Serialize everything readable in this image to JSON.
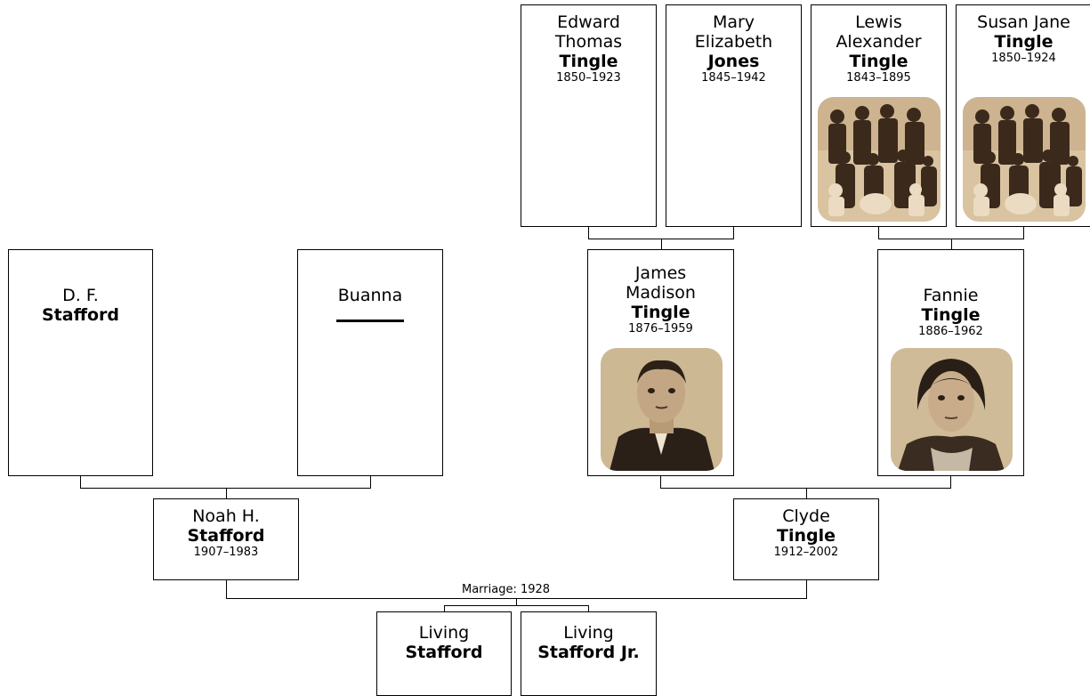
{
  "people": {
    "edward": {
      "given": "Edward\nThomas",
      "surname": "Tingle",
      "dates": "1850–1923"
    },
    "mary": {
      "given": "Mary\nElizabeth",
      "surname": "Jones",
      "dates": "1845–1942"
    },
    "lewis": {
      "given": "Lewis\nAlexander",
      "surname": "Tingle",
      "dates": "1843–1895",
      "photo": "family-group-photo"
    },
    "susan": {
      "given": "Susan Jane",
      "surname": "Tingle",
      "dates": "1850–1924",
      "photo": "family-group-photo"
    },
    "df": {
      "given": "D. F.",
      "surname": "Stafford"
    },
    "buanna": {
      "given": "Buanna",
      "surname": ""
    },
    "james": {
      "given": "James\nMadison",
      "surname": "Tingle",
      "dates": "1876–1959",
      "photo": "man-portrait-photo"
    },
    "fannie": {
      "given": "Fannie",
      "surname": "Tingle",
      "dates": "1886–1962",
      "photo": "woman-portrait-photo"
    },
    "noah": {
      "given": "Noah H.",
      "surname": "Stafford",
      "dates": "1907–1983"
    },
    "clyde": {
      "given": "Clyde",
      "surname": "Tingle",
      "dates": "1912–2002"
    },
    "child1": {
      "given": "Living",
      "surname": "Stafford"
    },
    "child2": {
      "given": "Living",
      "surname": "Stafford Jr."
    }
  },
  "marriage_label": "Marriage: 1928",
  "colors": {
    "border": "#000000",
    "photo_sepia": "#c9ae88"
  }
}
